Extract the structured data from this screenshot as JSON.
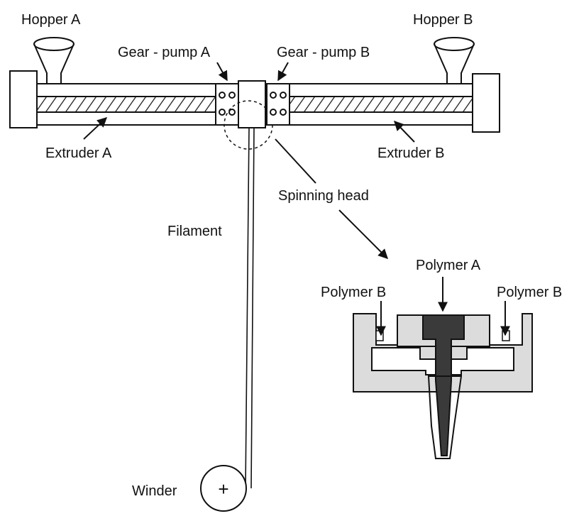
{
  "labels": {
    "hopper_a": "Hopper A",
    "hopper_b": "Hopper B",
    "gear_pump_a": "Gear - pump A",
    "gear_pump_b": "Gear - pump B",
    "extruder_a": "Extruder A",
    "extruder_b": "Extruder B",
    "spinning_head": "Spinning head",
    "filament": "Filament",
    "polymer_a": "Polymer A",
    "polymer_b_left": "Polymer B",
    "polymer_b_right": "Polymer B",
    "winder": "Winder",
    "winder_symbol": "+"
  },
  "colors": {
    "line": "#111111",
    "spinneret_body": "#dcdcdc",
    "polymer_a_fill": "#3a3a3a"
  }
}
